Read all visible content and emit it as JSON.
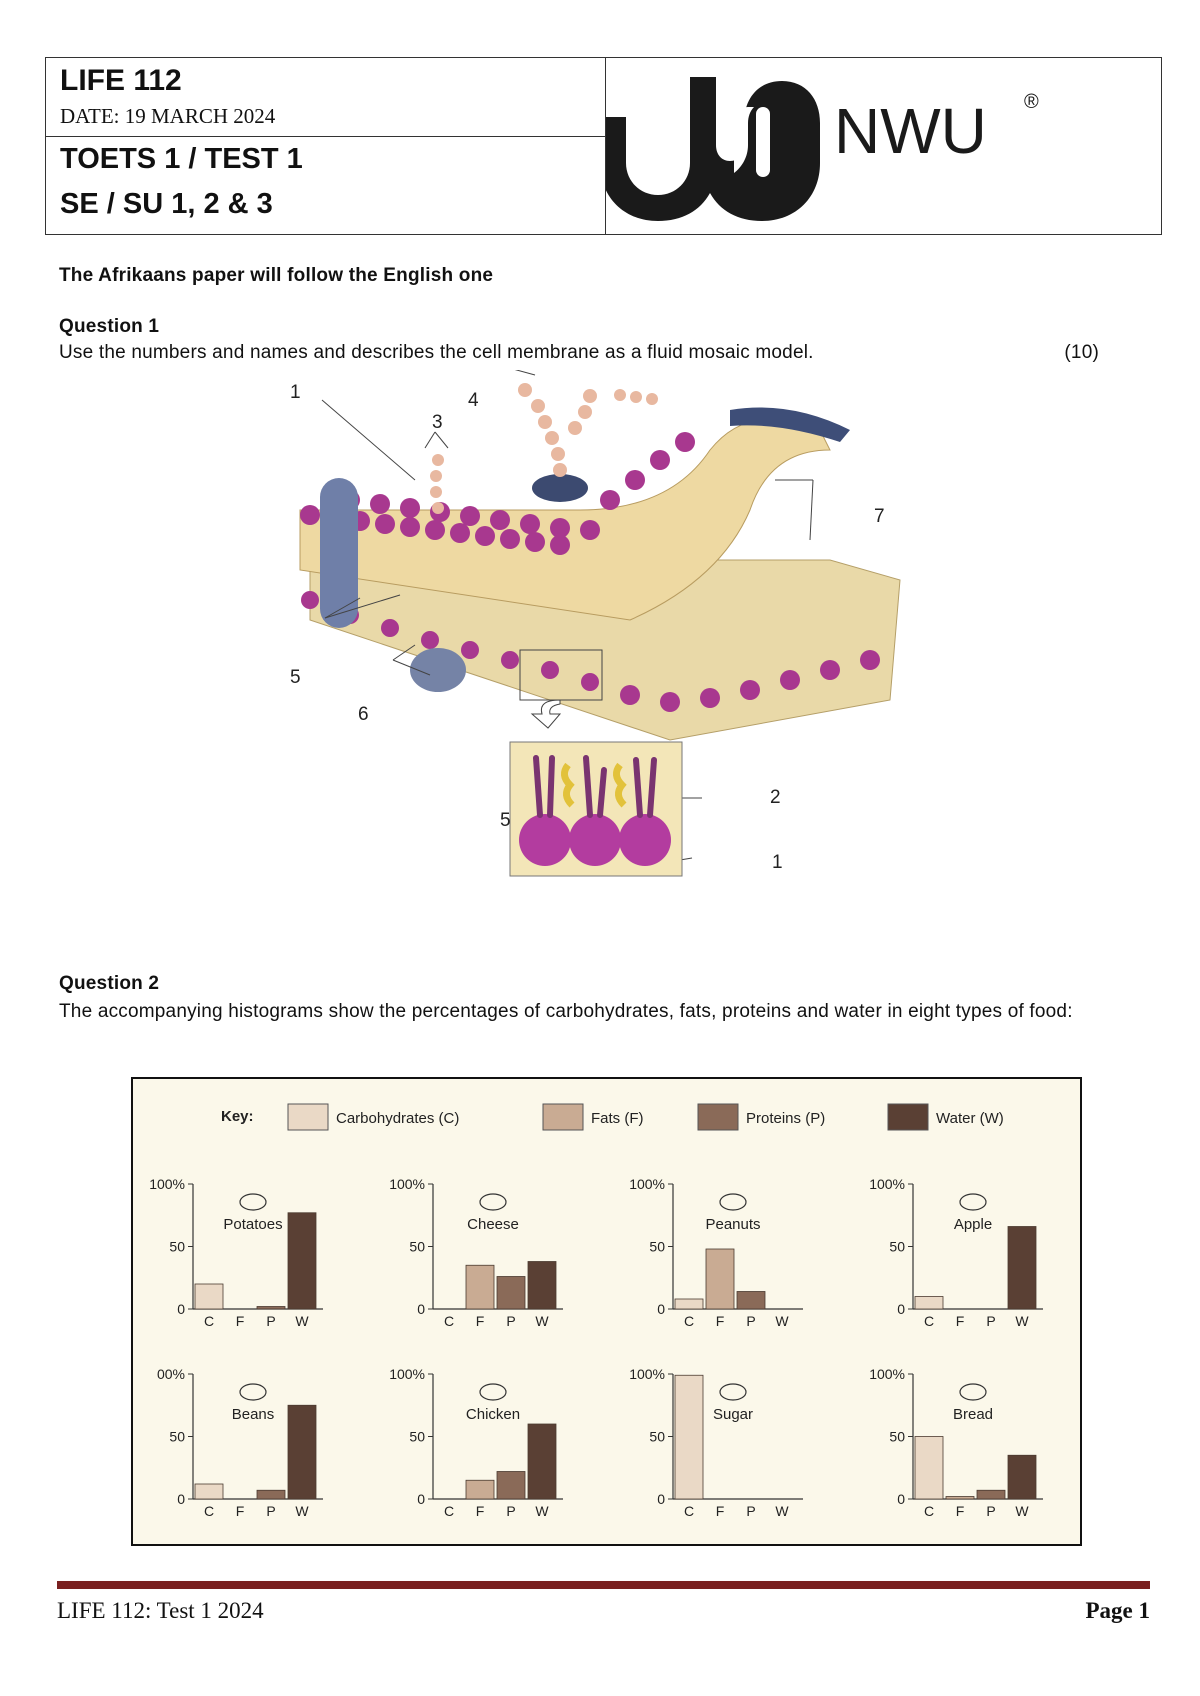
{
  "header": {
    "course": "LIFE 112",
    "date": "DATE: 19 MARCH 2024",
    "test": "TOETS 1 / TEST 1",
    "study_units": "SE / SU 1, 2 & 3",
    "logo_text": "NWU",
    "logo_registered": "®"
  },
  "intro": "The Afrikaans paper will follow the English one",
  "question1": {
    "title": "Question 1",
    "text": "Use the numbers and names and describes the cell membrane as a fluid mosaic model.",
    "marks": "(10)",
    "labels": [
      "1",
      "3",
      "4",
      "7",
      "5",
      "6",
      "2",
      "1",
      "5"
    ]
  },
  "question2": {
    "title": "Question 2",
    "text": "The accompanying histograms show the percentages of carbohydrates, fats, proteins and water in eight types of food:"
  },
  "chart_data": {
    "type": "bar",
    "key_label": "Key:",
    "legend": [
      {
        "name": "Carbohydrates (C)",
        "color": "#ead9c6"
      },
      {
        "name": "Fats (F)",
        "color": "#c9ab93"
      },
      {
        "name": "Proteins (P)",
        "color": "#8a6a58"
      },
      {
        "name": "Water (W)",
        "color": "#5a4034"
      }
    ],
    "categories": [
      "C",
      "F",
      "P",
      "W"
    ],
    "y_ticks": [
      "0",
      "50",
      "100%"
    ],
    "ylim": [
      0,
      100
    ],
    "panels": [
      {
        "name": "Potatoes",
        "values": [
          20,
          0,
          2,
          77
        ],
        "top_tick": "100%"
      },
      {
        "name": "Cheese",
        "values": [
          0,
          35,
          26,
          38
        ],
        "top_tick": "100%"
      },
      {
        "name": "Peanuts",
        "values": [
          8,
          48,
          14,
          0
        ],
        "top_tick": "100%"
      },
      {
        "name": "Apple",
        "values": [
          10,
          0,
          0,
          66
        ],
        "top_tick": "100%"
      },
      {
        "name": "Beans",
        "values": [
          12,
          0,
          7,
          75
        ],
        "top_tick": "00%"
      },
      {
        "name": "Chicken",
        "values": [
          0,
          15,
          22,
          60
        ],
        "top_tick": "100%"
      },
      {
        "name": "Sugar",
        "values": [
          99,
          0,
          0,
          0
        ],
        "top_tick": "100%"
      },
      {
        "name": "Bread",
        "values": [
          50,
          2,
          7,
          35
        ],
        "top_tick": "100%"
      }
    ]
  },
  "footer": {
    "left": "LIFE 112: Test 1 2024",
    "right": "Page 1"
  }
}
